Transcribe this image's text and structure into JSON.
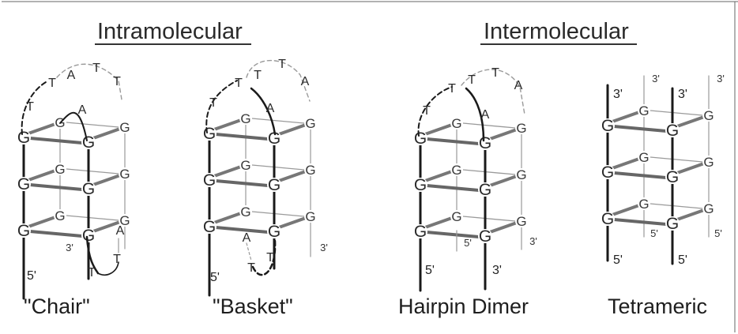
{
  "headers": {
    "intramolecular": "Intramolecular",
    "intermolecular": "Intermolecular"
  },
  "captions": {
    "chair": "\"Chair\"",
    "basket": "\"Basket\"",
    "hairpin_dimer": "Hairpin Dimer",
    "tetrameric": "Tetrameric"
  },
  "bases": {
    "G": "G",
    "T": "T",
    "A": "A"
  },
  "ends": {
    "five_prime": "5'",
    "three_prime": "3'"
  },
  "colors": {
    "strand": "#1a1a1a",
    "back_strand": "#9a9a9a",
    "text": "#2a2a2a",
    "border": "#555555"
  }
}
